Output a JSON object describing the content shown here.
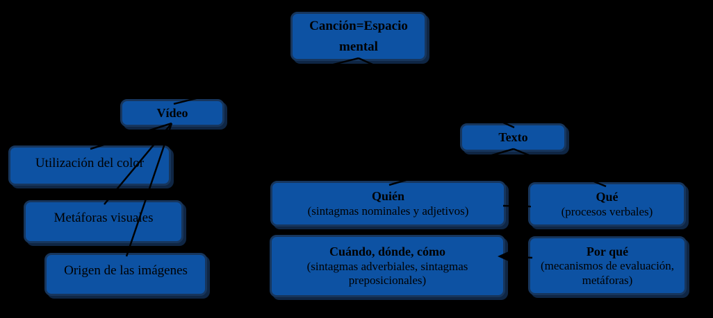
{
  "diagram": {
    "colors": {
      "background": "#000000",
      "node_fill": "#0D52A3",
      "node_border": "#17365D",
      "node_shadow": "#0F2644",
      "text": "#000000"
    },
    "nodes": {
      "root": {
        "title": "Canción=Espacio mental"
      },
      "video": {
        "title": "Vídeo"
      },
      "texto": {
        "title": "Texto"
      },
      "color": {
        "title": "Utilización del color"
      },
      "metaforas": {
        "title": "Metáforas visuales"
      },
      "origen": {
        "title": "Origen de las imágenes"
      },
      "quien": {
        "title": "Quién",
        "subtitle": "(sintagmas nominales y adjetivos)"
      },
      "que": {
        "title": "Qué",
        "subtitle": "(procesos verbales)"
      },
      "cuando": {
        "title": "Cuándo, dónde, cómo",
        "subtitle": "(sintagmas adverbiales, sintagmas preposicionales)"
      },
      "porque": {
        "title": "Por qué",
        "subtitle": "(mecanismos de evaluación, metáforas)"
      }
    }
  }
}
